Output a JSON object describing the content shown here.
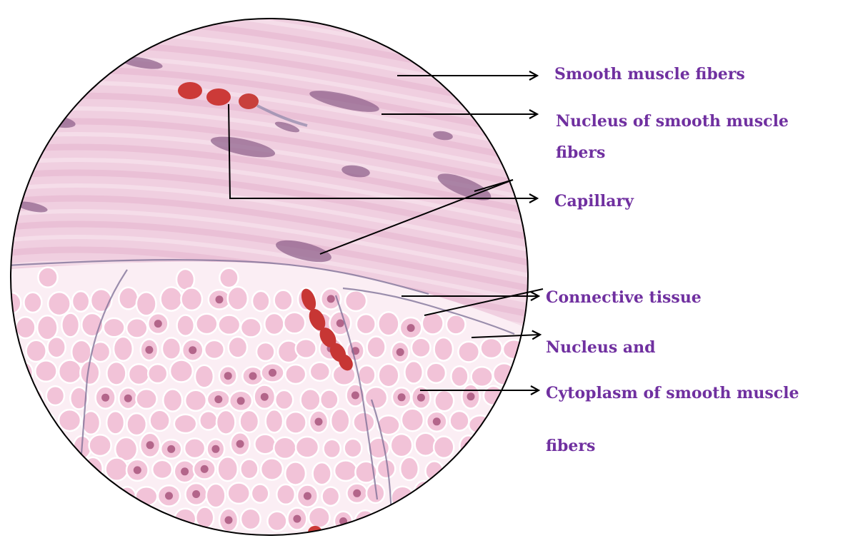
{
  "labels": {
    "smooth_muscle_fibers": "Smooth muscle fibers",
    "nucleus_line1": "Nucleus of smooth muscle",
    "nucleus_line2": "fibers",
    "capillary": "Capillary",
    "connective_tissue": "Connective tissue",
    "nucleus_and": "Nucleus and",
    "cytoplasm_line1": "Cytoplasm of smooth muscle",
    "cytoplasm_line2": "fibers"
  },
  "colors": {
    "label_text": "#7030a0",
    "arrow": "#000000",
    "tissue_background": "#f0cfe0",
    "longitudinal_fiber": "#e9bdd4",
    "cross_section_cell": "#f2c3d8",
    "cell_border": "#ffffff",
    "nucleus": "#8a5d88",
    "cross_nucleus": "#a8557c",
    "red_blood_cell": "#cc3a38"
  }
}
